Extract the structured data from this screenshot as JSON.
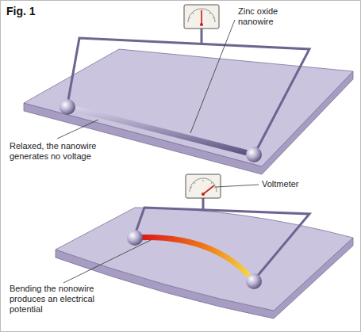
{
  "diagram": {
    "title": "Fig. 1",
    "labels": [
      "Zinc oxide nanowire",
      "Relaxed, the nanowire generates no voltage",
      "Voltmeter",
      "Bending the nonowire produces an electrical potential"
    ]
  }
}
